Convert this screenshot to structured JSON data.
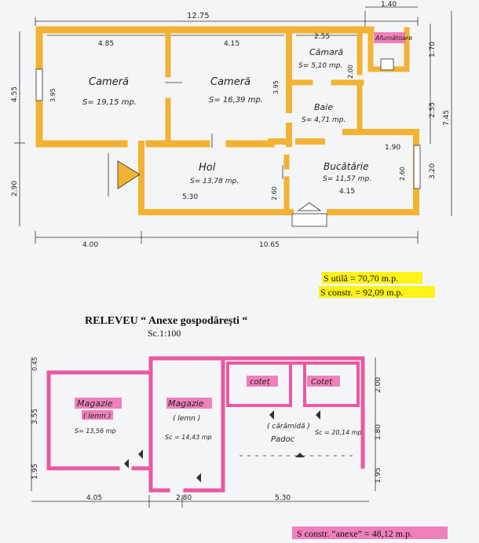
{
  "plan1": {
    "dims": {
      "top_total": "12.75",
      "top_right": "1.40",
      "top_left_room": "4.85",
      "top_mid_room": "4.15",
      "top_pantry": "2.55",
      "right_top": "1.70",
      "right_mid": "2.55",
      "right_total": "7.45",
      "right_kitchen": "3.20",
      "left_total": "4.55",
      "left_lower": "2.90",
      "room1_height": "3.95",
      "room2_height": "3.95",
      "pantry_height": "2.00",
      "bath_width": "1.90",
      "hol_width": "5.30",
      "hol_height": "2.60",
      "kitchen_height": "2.60",
      "kitchen_width": "4.15",
      "bottom_left": "4.00",
      "bottom_right": "10.65"
    },
    "rooms": {
      "room1_name": "Cameră",
      "room1_area": "S= 19,15 mp.",
      "room2_name": "Cameră",
      "room2_area": "S= 16,39 mp.",
      "pantry_name": "Cămară",
      "pantry_area": "S= 5,10 mp.",
      "bath_name": "Baie",
      "bath_area": "S= 4,71 mp.",
      "hol_name": "Hol",
      "hol_area": "S= 13,78 mp.",
      "kitchen_name": "Bucătărie",
      "kitchen_area": "S= 11,57 mp.",
      "chimney_label": "Afumătoare"
    },
    "totals": {
      "useful": "S utilă = 70,70 m.p.",
      "built": "S constr. = 92,09 m.p."
    }
  },
  "heading": {
    "title": "RELEVEU “ Anexe gospodărești “",
    "scale": "Sc.1:100"
  },
  "plan2": {
    "dims": {
      "left_top": "0.45",
      "left_mid": "3.55",
      "left_bottom": "1.95",
      "right_top": "2.00",
      "right_mid": "1.80",
      "right_bottom": "1.95",
      "bottom_left": "4.05",
      "bottom_mid": "2.80",
      "bottom_right": "5.30"
    },
    "rooms": {
      "shed1_name": "Magazie",
      "shed1_material": "( lemn )",
      "shed1_area": "S= 13,56 mp",
      "shed2_name": "Magazie",
      "shed2_material": "( lemn )",
      "shed2_area": "Sc = 14,43 mp",
      "coop1": "coteț",
      "coop2": "Coteț",
      "paddock_material": "( cărămidă )",
      "paddock_name": "Padoc",
      "paddock_area": "Sc = 20,14 mp"
    },
    "totals": {
      "built": "S constr. “anexe” = 48,12 m.p."
    }
  },
  "colors": {
    "wall_yellow": "#f2b233",
    "wall_pink": "#e8599f",
    "highlight_pink": "#ee6bb0",
    "highlight_yellow": "#fff200",
    "text_red": "#d21f1f"
  }
}
